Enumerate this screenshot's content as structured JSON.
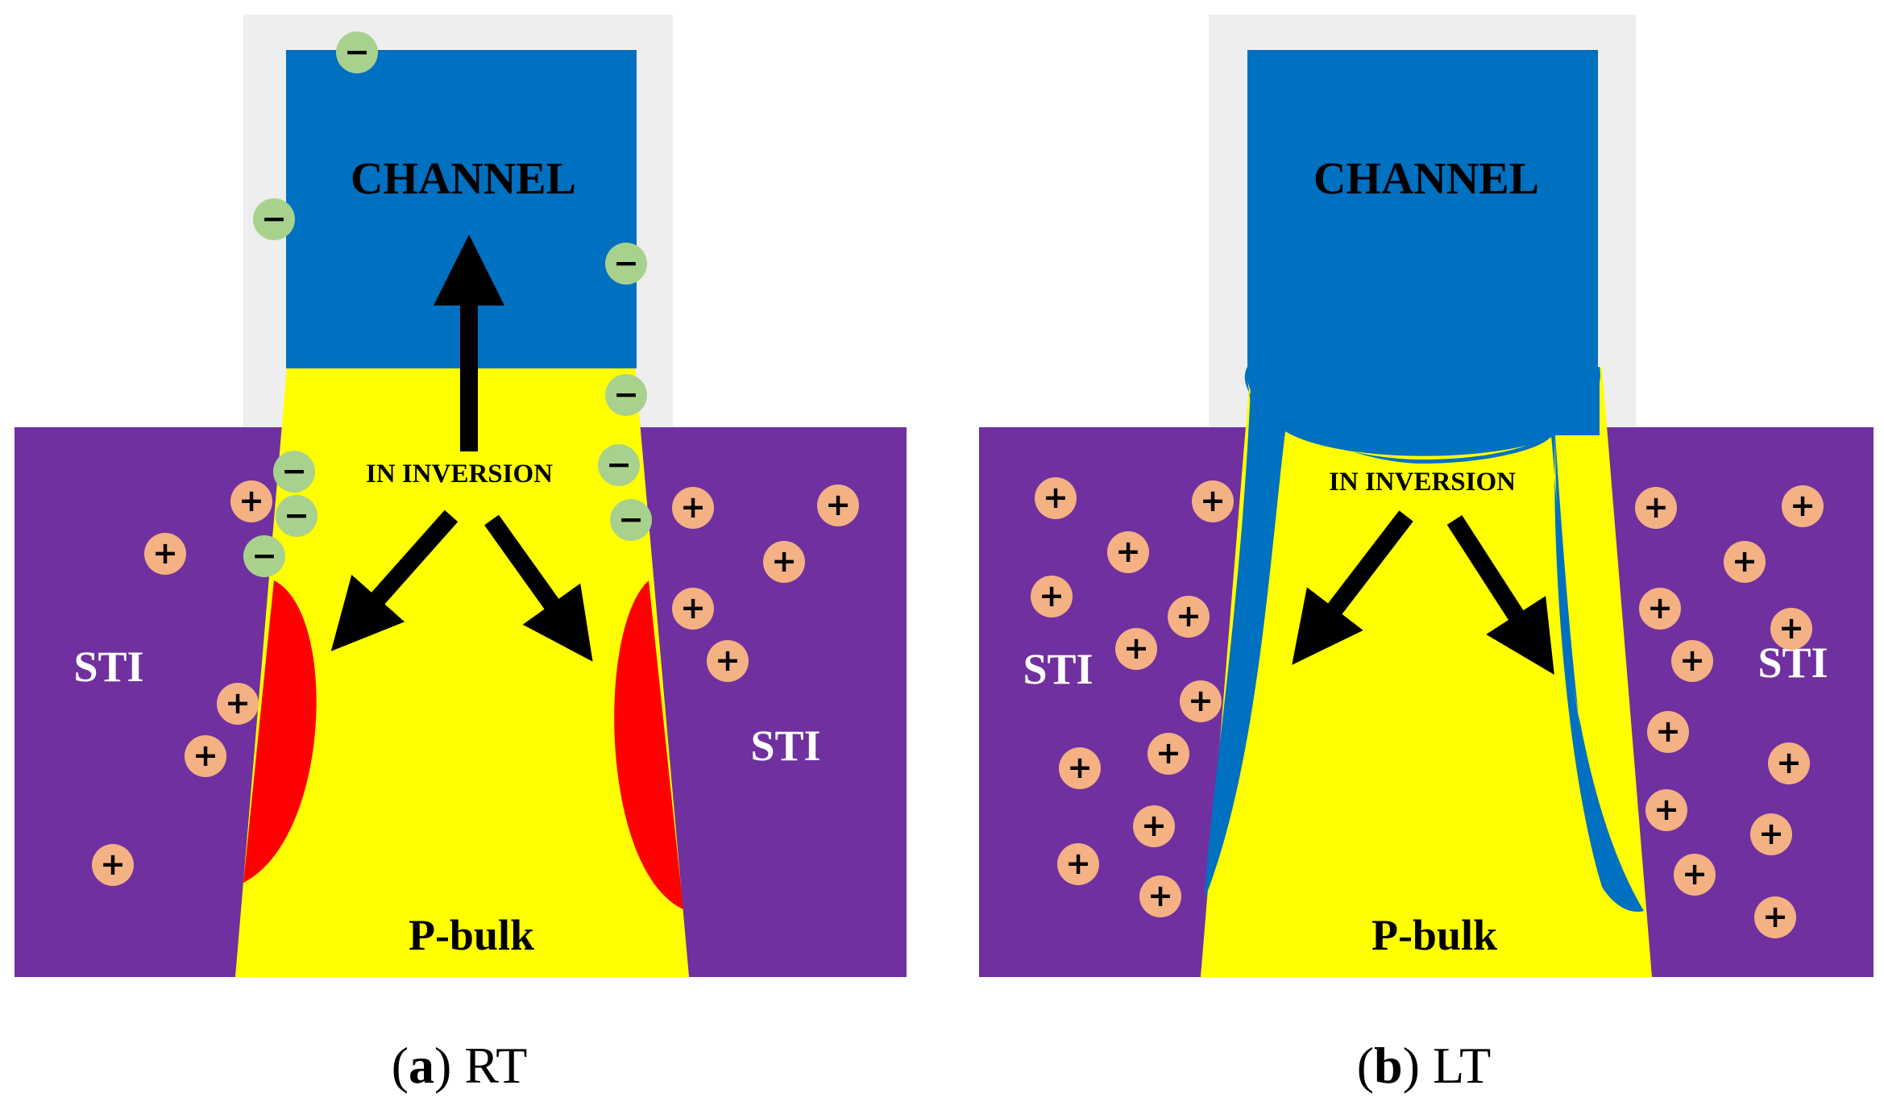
{
  "colors": {
    "sti": "#7030A0",
    "bulk": "#FFFF00",
    "channel": "#0070C0",
    "oxide": "#EEEEEE",
    "depletion_red": "#FF0000",
    "electron_fill": "#A9D18E",
    "hole_fill": "#F4B183",
    "arrow": "#000000",
    "label_white": "#FFFFFF",
    "label_black": "#000000"
  },
  "panels": [
    {
      "id": "a",
      "channel_label": "CHANNEL",
      "inversion_label": "IN INVERSION",
      "bulk_label": "P-bulk",
      "sti_left_label": "STI",
      "sti_right_label": "STI",
      "caption_letter": "a",
      "caption_suffix": "RT"
    },
    {
      "id": "b",
      "channel_label": "CHANNEL",
      "inversion_label": "IN INVERSION",
      "bulk_label": "P-bulk",
      "sti_left_label": "STI",
      "sti_right_label": "STI",
      "caption_letter": "b",
      "caption_suffix": "LT"
    }
  ],
  "symbols": {
    "electron": "−",
    "hole": "+"
  }
}
